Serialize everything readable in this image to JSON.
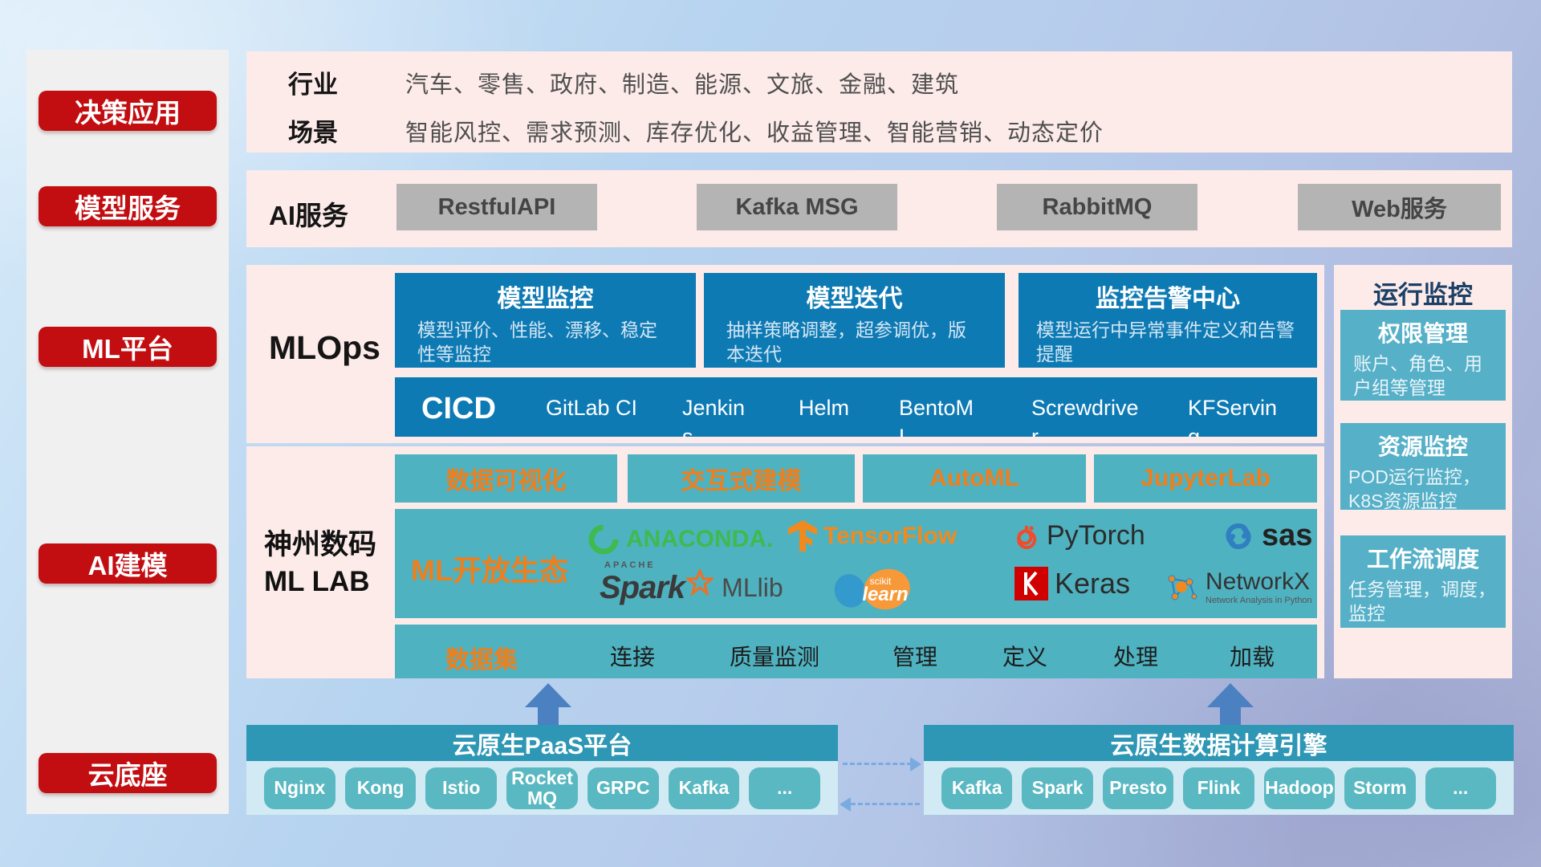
{
  "sidebar": {
    "items": [
      "决策应用",
      "模型服务",
      "ML平台",
      "AI建模",
      "云底座"
    ]
  },
  "industry": {
    "row1_label": "行业",
    "row1_value": "汽车、零售、政府、制造、能源、文旅、金融、建筑",
    "row2_label": "场景",
    "row2_value": "智能风控、需求预测、库存优化、收益管理、智能营销、动态定价"
  },
  "ai_service": {
    "label": "AI服务",
    "buttons": [
      "RestfulAPI",
      "Kafka MSG",
      "RabbitMQ",
      "Web服务"
    ]
  },
  "mlops": {
    "label": "MLOps",
    "cards": [
      {
        "title": "模型监控",
        "desc": "模型评价、性能、漂移、稳定性等监控"
      },
      {
        "title": "模型迭代",
        "desc": "抽样策略调整，超参调优，版本迭代"
      },
      {
        "title": "监控告警中心",
        "desc": "模型运行中异常事件定义和告警提醒"
      }
    ],
    "cicd_label": "CICD",
    "cicd_items": [
      "GitLab CI",
      "Jenkins",
      "Helm",
      "BentoML",
      "Screwdriver",
      "KFServing"
    ]
  },
  "mllab": {
    "label_line1": "神州数码",
    "label_line2": "ML LAB",
    "tools": [
      "数据可视化",
      "交互式建模",
      "AutoML",
      "JupyterLab"
    ],
    "eco_label": "ML开放生态",
    "logos": [
      "ANACONDA.",
      "TensorFlow",
      "PyTorch",
      "sas",
      "Spark",
      "MLlib",
      "learn",
      "Keras",
      "NetworkX",
      "Network Analysis in Python",
      "scikit",
      "APACHE"
    ],
    "dataset_label": "数据集",
    "dataset_items": [
      "连接",
      "质量监测",
      "管理",
      "定义",
      "处理",
      "加载"
    ]
  },
  "monitor": {
    "title": "运行监控",
    "cards": [
      {
        "title": "权限管理",
        "desc": "账户、角色、用户组等管理"
      },
      {
        "title": "资源监控",
        "desc": "POD运行监控，K8S资源监控"
      },
      {
        "title": "工作流调度",
        "desc": "任务管理，调度，监控"
      }
    ]
  },
  "cloud": {
    "paas_title": "云原生PaaS平台",
    "paas_chips": [
      "Nginx",
      "Kong",
      "Istio",
      "RocketMQ",
      "GRPC",
      "Kafka",
      "..."
    ],
    "engine_title": "云原生数据计算引擎",
    "engine_chips": [
      "Kafka",
      "Spark",
      "Presto",
      "Flink",
      "Hadoop",
      "Storm",
      "..."
    ]
  }
}
